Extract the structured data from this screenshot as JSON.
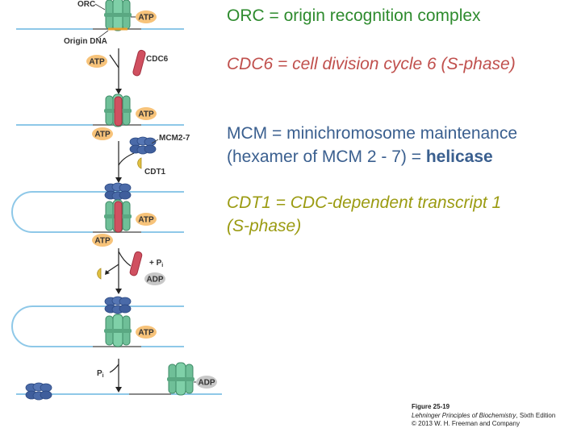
{
  "diagram": {
    "labels": {
      "orc": "ORC",
      "origin_dna": "Origin DNA",
      "cdc6": "CDC6",
      "mcm": "MCM2-7",
      "cdt1": "CDT1",
      "pi_plus": "+ P",
      "pi_sub": "i",
      "pi": "P",
      "atp": "ATP",
      "adp": "ADP"
    },
    "colors": {
      "dna": "#8ec8e8",
      "origin": "#888888",
      "orc": "#6fbf98",
      "cdc6": "#d05060",
      "mcm": "#4a6aa8",
      "cdt1": "#e0c040",
      "atp": "#f7c37a",
      "adp": "#c8c8c8"
    }
  },
  "definitions": {
    "orc": "ORC = origin recognition complex",
    "cdc6": "CDC6 = cell division cycle 6 (S-phase)",
    "mcm_line1": "MCM = minichromosome maintenance",
    "mcm_line2_prefix": "(hexamer of MCM 2 - 7) = ",
    "mcm_line2_bold": "helicase",
    "cdt1_line1": "CDT1 = CDC-dependent transcript 1",
    "cdt1_line2": "(S-phase)"
  },
  "caption": {
    "figure": "Figure 25-19",
    "book": "Lehninger Principles of Biochemistry",
    "edition": ", Sixth Edition",
    "copyright": "© 2013 W. H. Freeman and Company"
  }
}
